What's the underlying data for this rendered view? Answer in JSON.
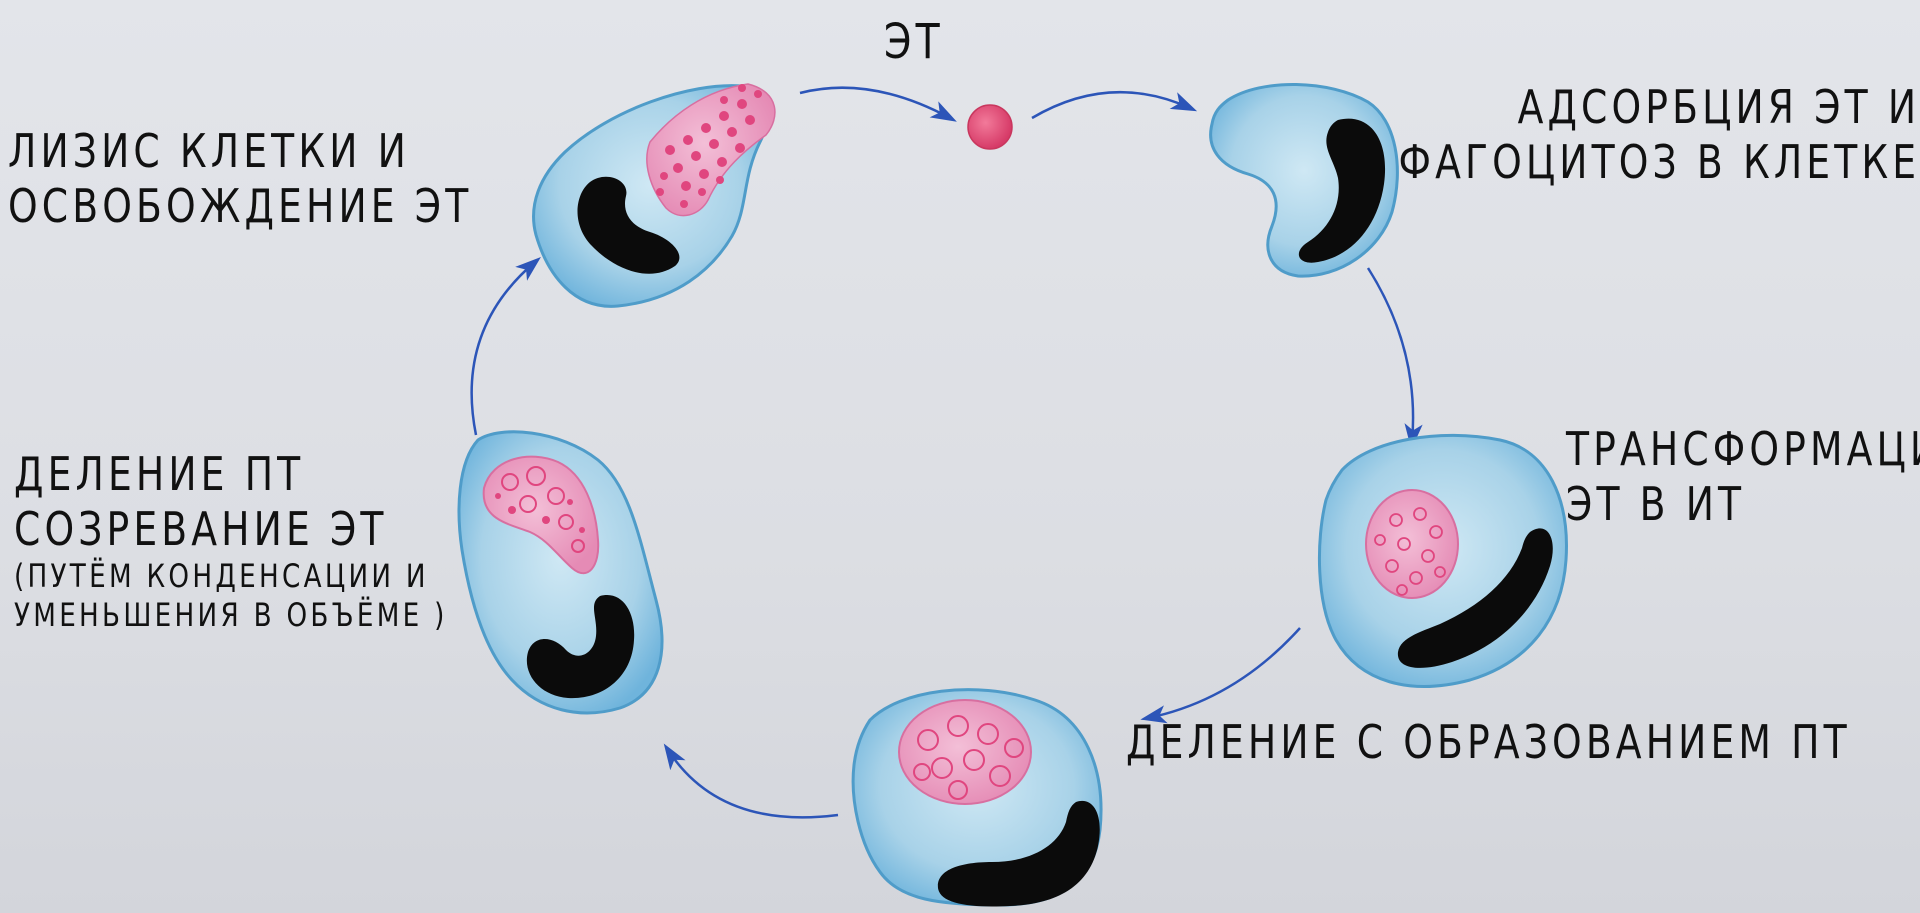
{
  "labels": {
    "et": "ЭТ",
    "adsorption_line1": "АДСОРБЦИЯ ЭТ И",
    "adsorption_line2": "ФАГОЦИТОЗ В КЛЕТКЕ",
    "lysis_line1": "ЛИЗИС КЛЕТКИ И",
    "lysis_line2": "ОСВОБОЖДЕНИЕ ЭТ",
    "transformation_line1": "ТРАНСФОРМАЦИЯ",
    "transformation_line2": "ЭТ В ИТ",
    "division_pt": "ДЕЛЕНИЕ С ОБРАЗОВАНИЕМ ПТ",
    "maturation_line1": "ДЕЛЕНИЕ ПТ",
    "maturation_line2": "СОЗРЕВАНИЕ ЭТ",
    "maturation_line3": "(ПУТЁМ КОНДЕНСАЦИИ И",
    "maturation_line4": "УМЕНЬШЕНИЯ В ОБЪЁМЕ )"
  },
  "colors": {
    "background": "#dfe1e6",
    "cell_fill": "#a8d2e8",
    "cell_edge": "#4f9cc9",
    "nucleus": "#0b0b0b",
    "inclusion": "#e9a3c4",
    "inclusion_spot": "#e24d8f",
    "elementary_body": "#e84d79",
    "arrow": "#2c55b8",
    "text": "#111111"
  }
}
